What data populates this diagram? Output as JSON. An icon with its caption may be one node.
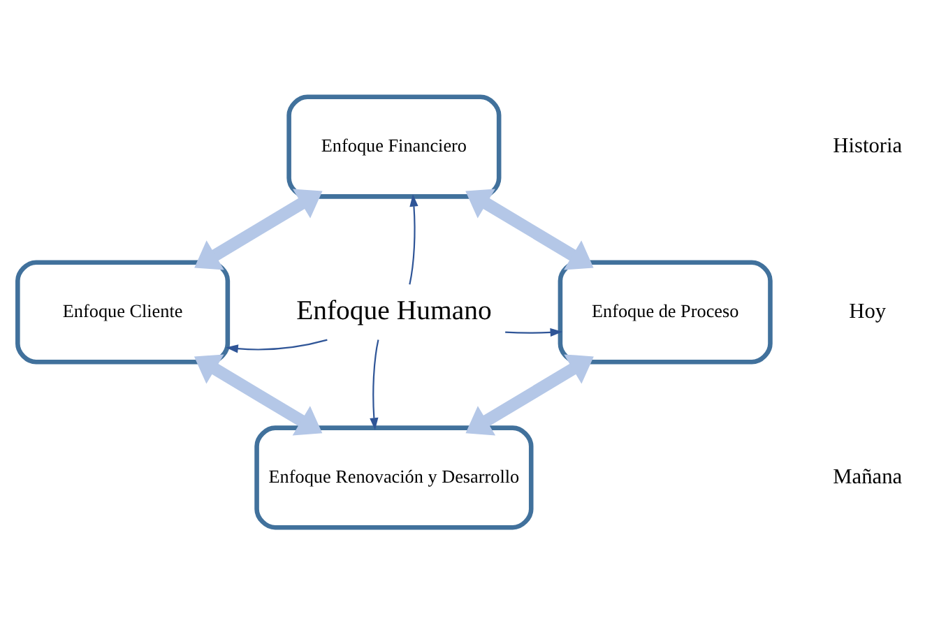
{
  "diagram": {
    "nodes": [
      {
        "text": [
          "Enfoque Financiero"
        ]
      },
      {
        "text": [
          "Enfoque Cliente"
        ]
      },
      {
        "text": [
          "Enfoque Humano"
        ]
      },
      {
        "text": [
          "Enfoque de Proceso"
        ]
      },
      {
        "text": [
          "Enfoque Renovación y Desarrollo"
        ]
      }
    ],
    "edges": [
      {
        "from": 0,
        "to": 1,
        "arrow": "both",
        "style": "thick",
        "color": "#b4c7e7"
      },
      {
        "from": 0,
        "to": 3,
        "arrow": "both",
        "style": "thick",
        "color": "#b4c7e7"
      },
      {
        "from": 1,
        "to": 4,
        "arrow": "both",
        "style": "thick",
        "color": "#b4c7e7"
      },
      {
        "from": 3,
        "to": 4,
        "arrow": "both",
        "style": "thick",
        "color": "#b4c7e7"
      },
      {
        "from": 2,
        "to": 0,
        "arrow": "to",
        "color": "#2f5597"
      },
      {
        "from": 2,
        "to": 1,
        "arrow": "to",
        "color": "#2f5597"
      },
      {
        "from": 2,
        "to": 3,
        "arrow": "to",
        "color": "#2f5597"
      },
      {
        "from": 2,
        "to": 4,
        "arrow": "to",
        "color": "#2f5597"
      }
    ],
    "labels": [
      "Historia",
      "Hoy",
      "Mañana"
    ]
  }
}
